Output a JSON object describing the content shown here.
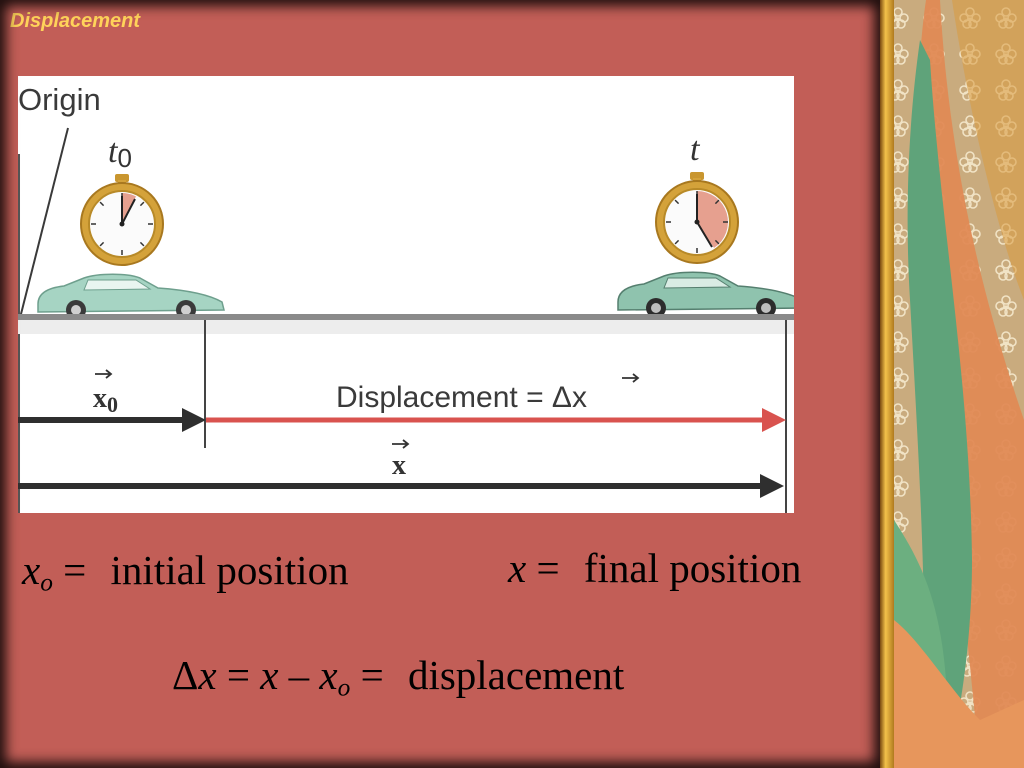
{
  "slide": {
    "title": "Displacement"
  },
  "figure": {
    "origin_label": "Origin",
    "t0_label": "t",
    "t0_subscript": "0",
    "t_label": "t",
    "x0_label": "x",
    "x0_subscript": "0",
    "displacement_label": "Displacement = Δx",
    "x_label": "x",
    "colors": {
      "displacement_arrow": "#d9534f",
      "position_arrow": "#2f2f2f",
      "car_body": "#9fcfbe",
      "watch_gold": "#d4a23a"
    }
  },
  "equations": {
    "initial": {
      "var": "x",
      "sub": "o",
      "eq": "=",
      "text": "initial position"
    },
    "final": {
      "var": "x",
      "eq": "=",
      "text": "final position"
    },
    "displacement": {
      "delta": "Δ",
      "var1": "x",
      "eq1": "=",
      "var2": "x",
      "minus": "–",
      "var3": "x",
      "sub": "o",
      "eq2": "=",
      "text": "displacement"
    }
  },
  "colors": {
    "background": "#c25e57",
    "title": "#ffd35a"
  }
}
